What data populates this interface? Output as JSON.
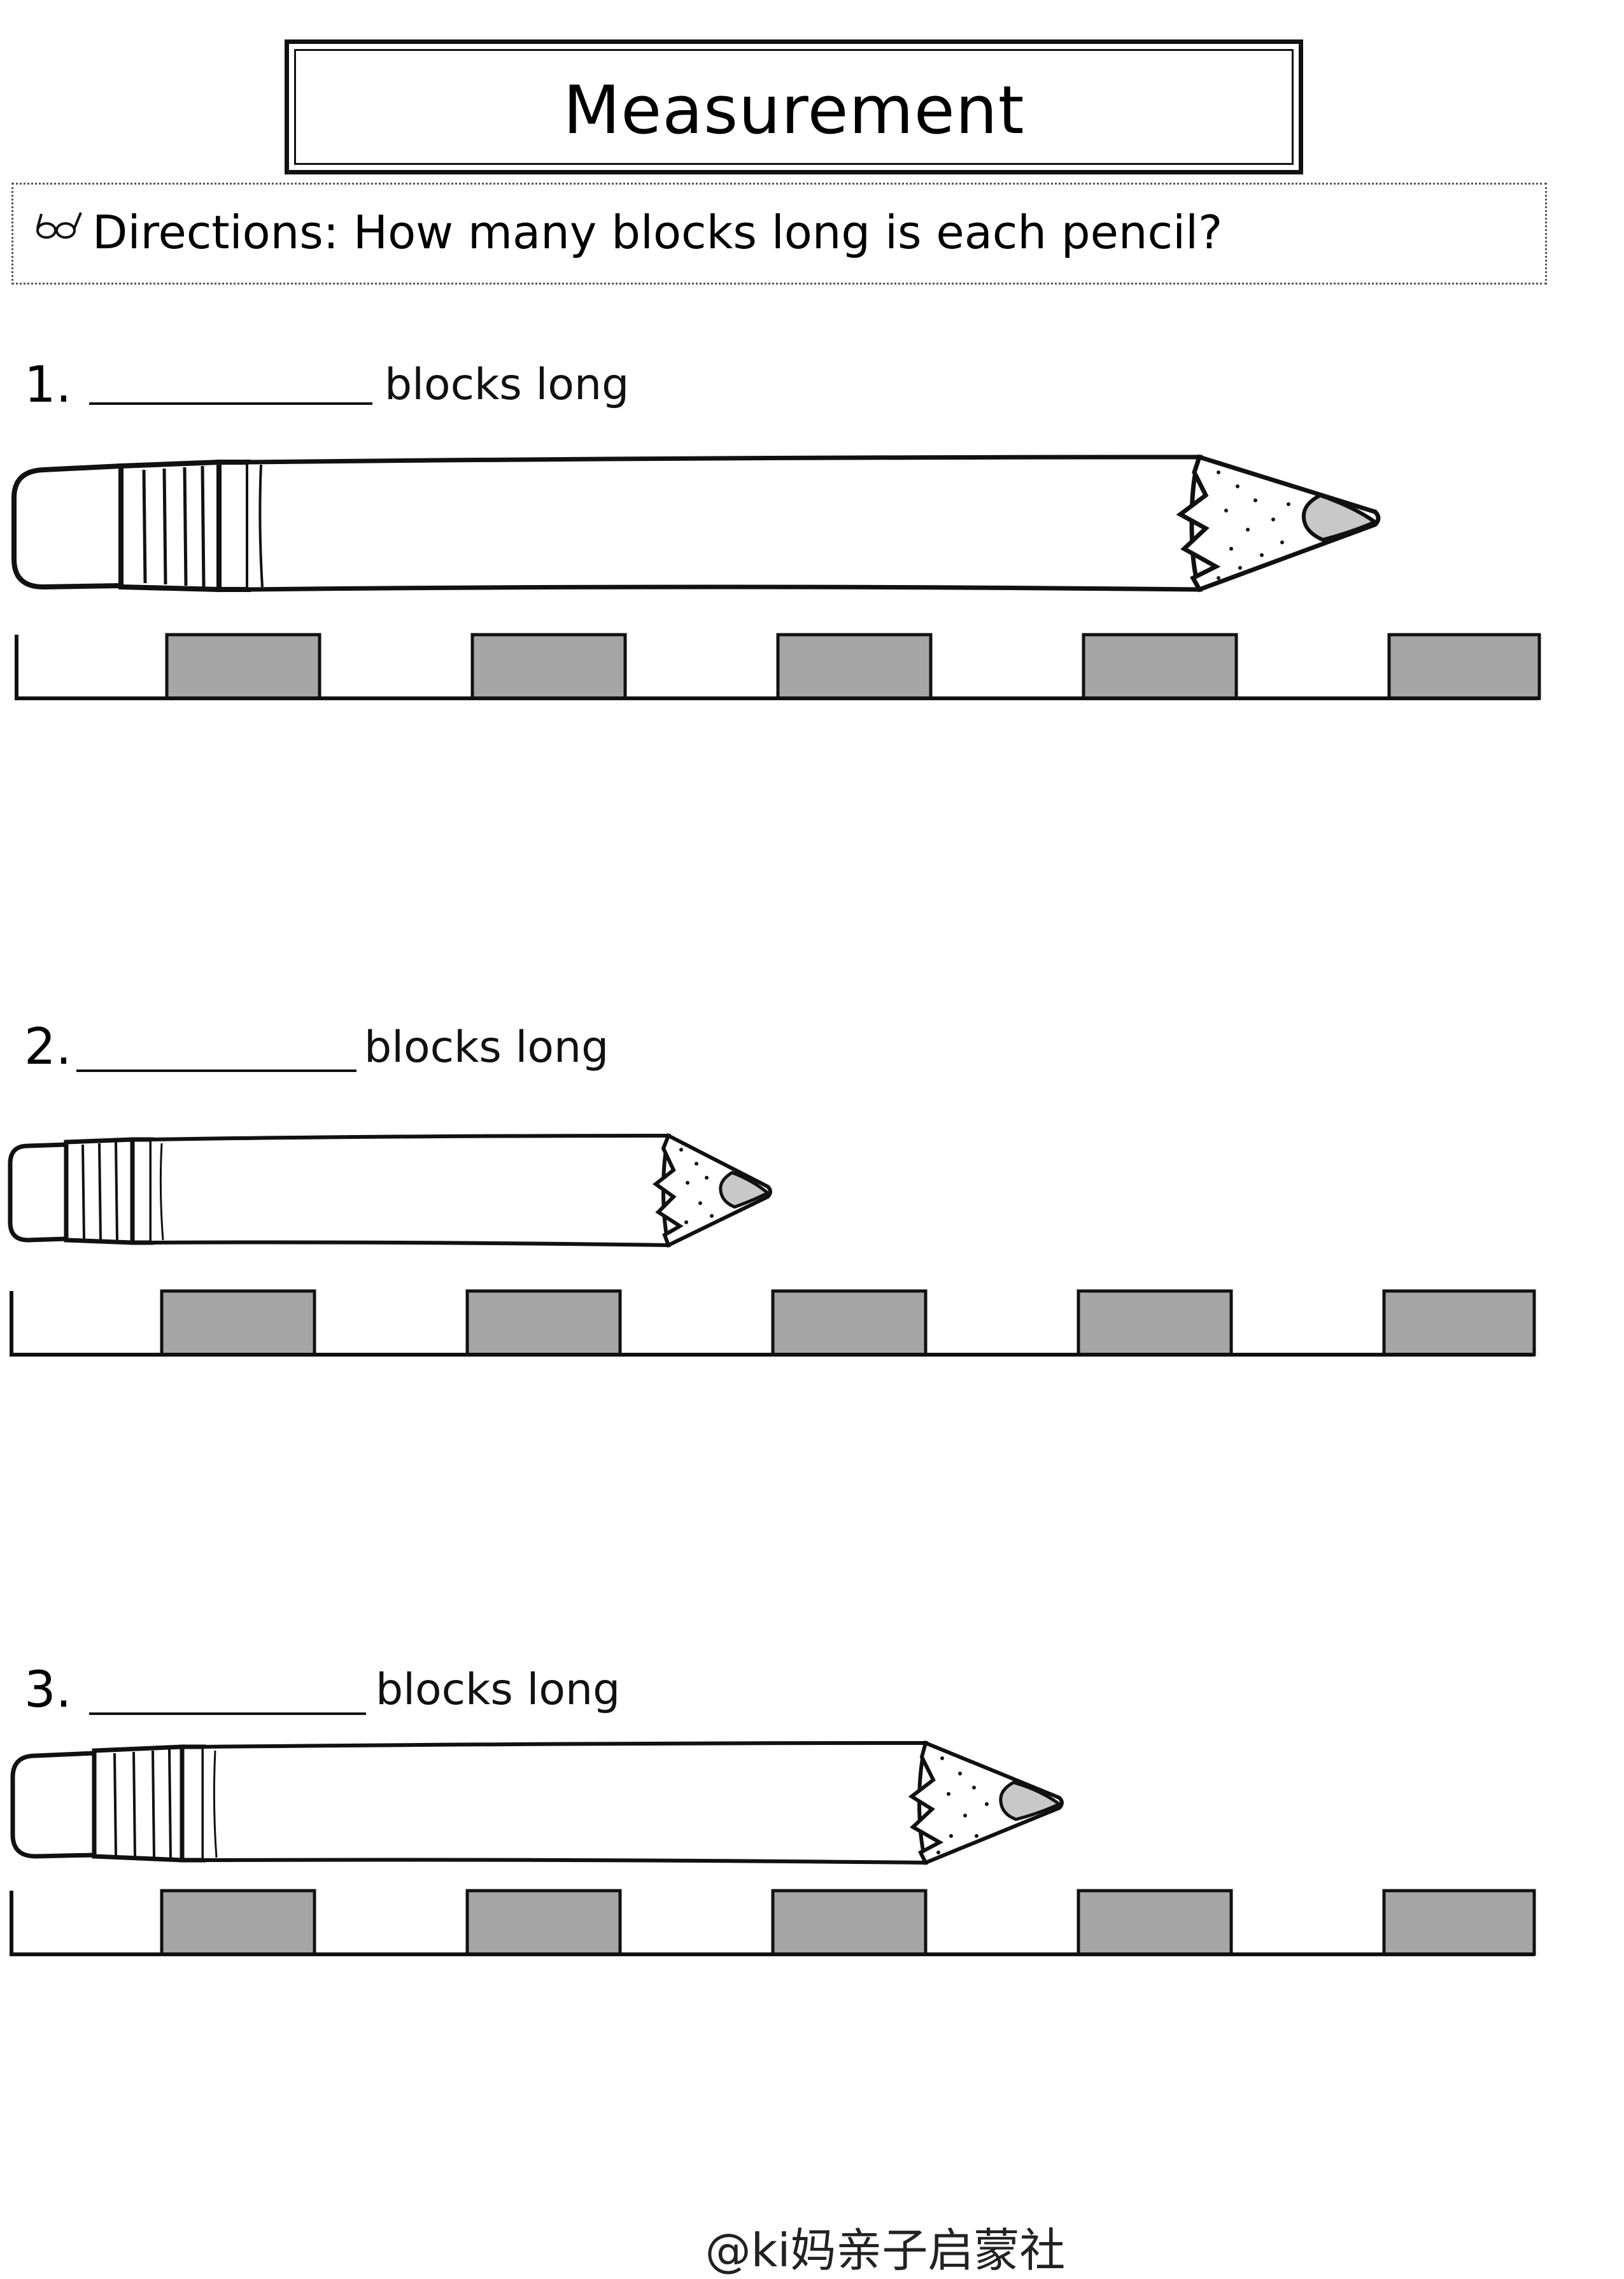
{
  "title": "Measurement",
  "directions": "Directions:  How many blocks long is each pencil?",
  "icons": {
    "directions": "glasses-icon"
  },
  "questions": [
    {
      "number": "1.",
      "unit_label": "blocks long",
      "answer": ""
    },
    {
      "number": "2.",
      "unit_label": "blocks long",
      "answer": ""
    },
    {
      "number": "3.",
      "unit_label": "blocks long",
      "answer": ""
    }
  ],
  "colors": {
    "block_fill": "#a6a6a6",
    "ink": "#111111",
    "pencil_tip": "#c8c8c8"
  },
  "watermark": "@ki妈亲子启蒙社"
}
